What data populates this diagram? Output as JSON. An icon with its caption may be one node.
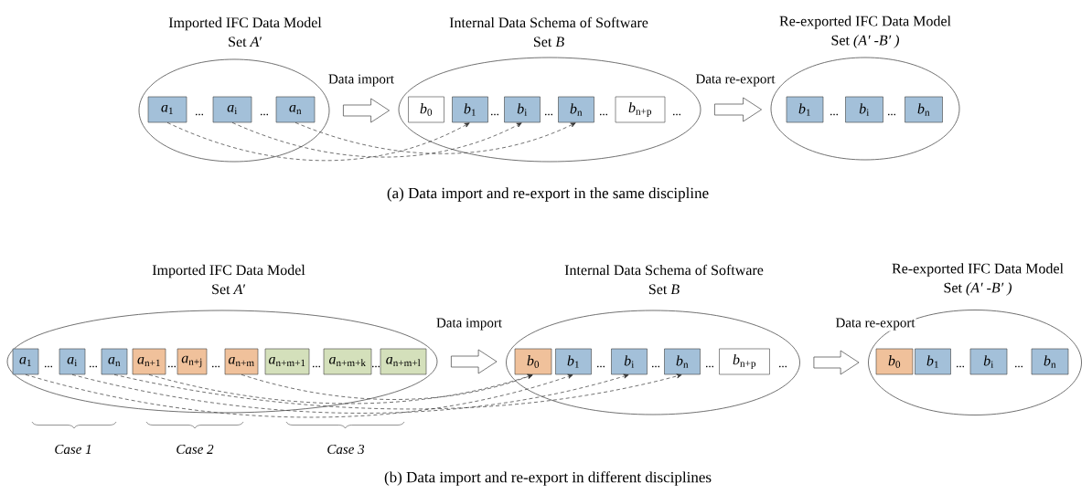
{
  "diagram": {
    "nodes": [
      {
        "text": [
          "Imported IFC Data Model",
          "Set *A*′"
        ]
      },
      {
        "text": [
          "*a*$_{1}$"
        ],
        "in": 0
      },
      {
        "text": [
          "*a*$_{i}$"
        ],
        "in": 0
      },
      {
        "text": [
          "*a*$_{n}$"
        ],
        "in": 0
      },
      {
        "text": [
          "Internal Data Schema of Software",
          "Set *B*"
        ]
      },
      {
        "text": [
          "*b*$_{0}$"
        ],
        "in": 4
      },
      {
        "text": [
          "*b*$_{1}$"
        ],
        "in": 4
      },
      {
        "text": [
          "*b*$_{i}$"
        ],
        "in": 4
      },
      {
        "text": [
          "*b*$_{n}$"
        ],
        "in": 4
      },
      {
        "text": [
          "*b*$_{n+p}$"
        ],
        "in": 4
      },
      {
        "text": [
          "Re-exported IFC Data Model",
          "Set *(A′ -B′ )*"
        ]
      },
      {
        "text": [
          "*b*$_{1}$"
        ],
        "in": 10
      },
      {
        "text": [
          "*b*$_{i}$"
        ],
        "in": 10
      },
      {
        "text": [
          "*b*$_{n}$"
        ],
        "in": 10
      },
      {
        "text": [
          "Imported IFC Data Model",
          "Set *A*′"
        ]
      },
      {
        "text": [
          "*a*$_{1}$"
        ],
        "in": 14
      },
      {
        "text": [
          "*a*$_{i}$"
        ],
        "in": 14
      },
      {
        "text": [
          "*a*$_{n}$"
        ],
        "in": 14
      },
      {
        "text": [
          "*a*$_{n+1}$"
        ],
        "in": 14
      },
      {
        "text": [
          "*a*$_{n+j}$"
        ],
        "in": 14
      },
      {
        "text": [
          "*a*$_{n+m}$"
        ],
        "in": 14
      },
      {
        "text": [
          "*a*$_{n+m+1}$"
        ],
        "in": 14
      },
      {
        "text": [
          "*a*$_{n+m+k}$"
        ],
        "in": 14
      },
      {
        "text": [
          "*a*$_{n+m+l}$"
        ],
        "in": 14
      },
      {
        "text": [
          "Internal Data Schema of Software",
          "Set *B*"
        ]
      },
      {
        "text": [
          "*b*$_{0}$"
        ],
        "in": 24
      },
      {
        "text": [
          "*b*$_{1}$"
        ],
        "in": 24
      },
      {
        "text": [
          "*b*$_{i}$"
        ],
        "in": 24
      },
      {
        "text": [
          "*b*$_{n}$"
        ],
        "in": 24
      },
      {
        "text": [
          "*b*$_{n+p}$"
        ],
        "in": 24
      },
      {
        "text": [
          "Re-exported IFC Data Model",
          "Set *(A′ -B′ )*"
        ]
      },
      {
        "text": [
          "*b*$_{0}$"
        ],
        "in": 30
      },
      {
        "text": [
          "*b*$_{1}$"
        ],
        "in": 30
      },
      {
        "text": [
          "*b*$_{i}$"
        ],
        "in": 30
      },
      {
        "text": [
          "*b*$_{n}$"
        ],
        "in": 30
      }
    ],
    "edges": [
      {
        "from": 0,
        "to": 4,
        "arrow": "to",
        "label": "Data import"
      },
      {
        "from": 4,
        "to": 10,
        "arrow": "to",
        "label": "Data re-export"
      },
      {
        "from": 1,
        "to": 6,
        "arrow": "to",
        "style": "dashed"
      },
      {
        "from": 2,
        "to": 7,
        "arrow": "to",
        "style": "dashed"
      },
      {
        "from": 3,
        "to": 8,
        "arrow": "to",
        "style": "dashed"
      },
      {
        "from": 14,
        "to": 24,
        "arrow": "to",
        "label": "Data import"
      },
      {
        "from": 24,
        "to": 30,
        "arrow": "to",
        "label": "Data re-export"
      },
      {
        "from": 15,
        "to": 26,
        "arrow": "to",
        "style": "dashed"
      },
      {
        "from": 16,
        "to": 27,
        "arrow": "to",
        "style": "dashed"
      },
      {
        "from": 17,
        "to": 28,
        "arrow": "to",
        "style": "dashed"
      },
      {
        "from": 18,
        "to": 25,
        "arrow": "to",
        "style": "dashed"
      },
      {
        "from": 20,
        "to": 25,
        "arrow": "to",
        "style": "dashed"
      }
    ],
    "labels": [
      "...",
      "...",
      "...",
      "...",
      "...",
      "...",
      "...",
      "...",
      "(a) Data import and re-export in the same discipline",
      "...",
      "...",
      "...",
      "...",
      "...",
      "...",
      "...",
      "...",
      "...",
      "...",
      "...",
      "...",
      "Case 1",
      "Case 2",
      "Case 3",
      "(b) Data import and re-export in different disciplines"
    ]
  }
}
